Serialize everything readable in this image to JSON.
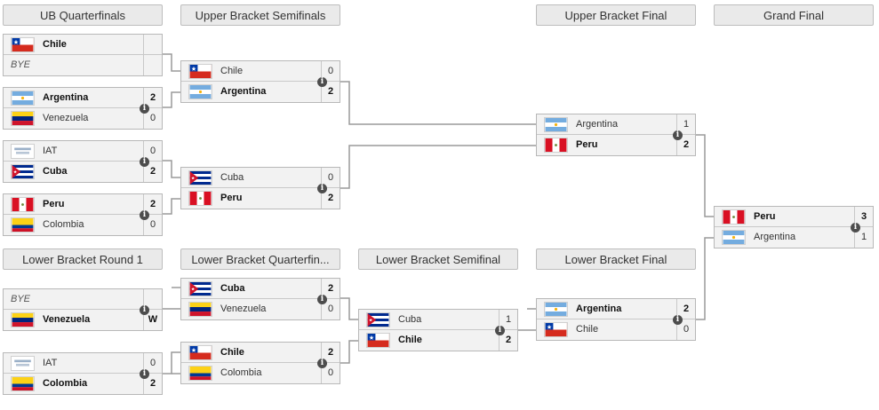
{
  "headers": {
    "ub_qf": "UB Quarterfinals",
    "ub_sf": "Upper Bracket Semifinals",
    "ub_final": "Upper Bracket Final",
    "grand_final": "Grand Final",
    "lb_r1": "Lower Bracket Round 1",
    "lb_qf": "Lower Bracket Quarterfin...",
    "lb_sf": "Lower Bracket Semifinal",
    "lb_final": "Lower Bracket Final"
  },
  "matches": {
    "ubqf1": {
      "top": {
        "name": "Chile",
        "score": ""
      },
      "bot": {
        "name": "BYE",
        "score": ""
      }
    },
    "ubqf2": {
      "top": {
        "name": "Argentina",
        "score": "2"
      },
      "bot": {
        "name": "Venezuela",
        "score": "0"
      }
    },
    "ubqf3": {
      "top": {
        "name": "IAT",
        "score": "0"
      },
      "bot": {
        "name": "Cuba",
        "score": "2"
      }
    },
    "ubqf4": {
      "top": {
        "name": "Peru",
        "score": "2"
      },
      "bot": {
        "name": "Colombia",
        "score": "0"
      }
    },
    "ubsf1": {
      "top": {
        "name": "Chile",
        "score": "0"
      },
      "bot": {
        "name": "Argentina",
        "score": "2"
      }
    },
    "ubsf2": {
      "top": {
        "name": "Cuba",
        "score": "0"
      },
      "bot": {
        "name": "Peru",
        "score": "2"
      }
    },
    "ubf": {
      "top": {
        "name": "Argentina",
        "score": "1"
      },
      "bot": {
        "name": "Peru",
        "score": "2"
      }
    },
    "gf": {
      "top": {
        "name": "Peru",
        "score": "3"
      },
      "bot": {
        "name": "Argentina",
        "score": "1"
      }
    },
    "lbr1a": {
      "top": {
        "name": "BYE",
        "score": ""
      },
      "bot": {
        "name": "Venezuela",
        "score": "W"
      }
    },
    "lbr1b": {
      "top": {
        "name": "IAT",
        "score": "0"
      },
      "bot": {
        "name": "Colombia",
        "score": "2"
      }
    },
    "lbqf1": {
      "top": {
        "name": "Cuba",
        "score": "2"
      },
      "bot": {
        "name": "Venezuela",
        "score": "0"
      }
    },
    "lbqf2": {
      "top": {
        "name": "Chile",
        "score": "2"
      },
      "bot": {
        "name": "Colombia",
        "score": "0"
      }
    },
    "lbsf": {
      "top": {
        "name": "Cuba",
        "score": "1"
      },
      "bot": {
        "name": "Chile",
        "score": "2"
      }
    },
    "lbf": {
      "top": {
        "name": "Argentina",
        "score": "2"
      },
      "bot": {
        "name": "Chile",
        "score": "0"
      }
    }
  },
  "info_icon_glyph": "i",
  "colors": {
    "line": "#9a9a9a",
    "header_bg": "#eaeaea",
    "match_bg": "#f2f2f2"
  }
}
